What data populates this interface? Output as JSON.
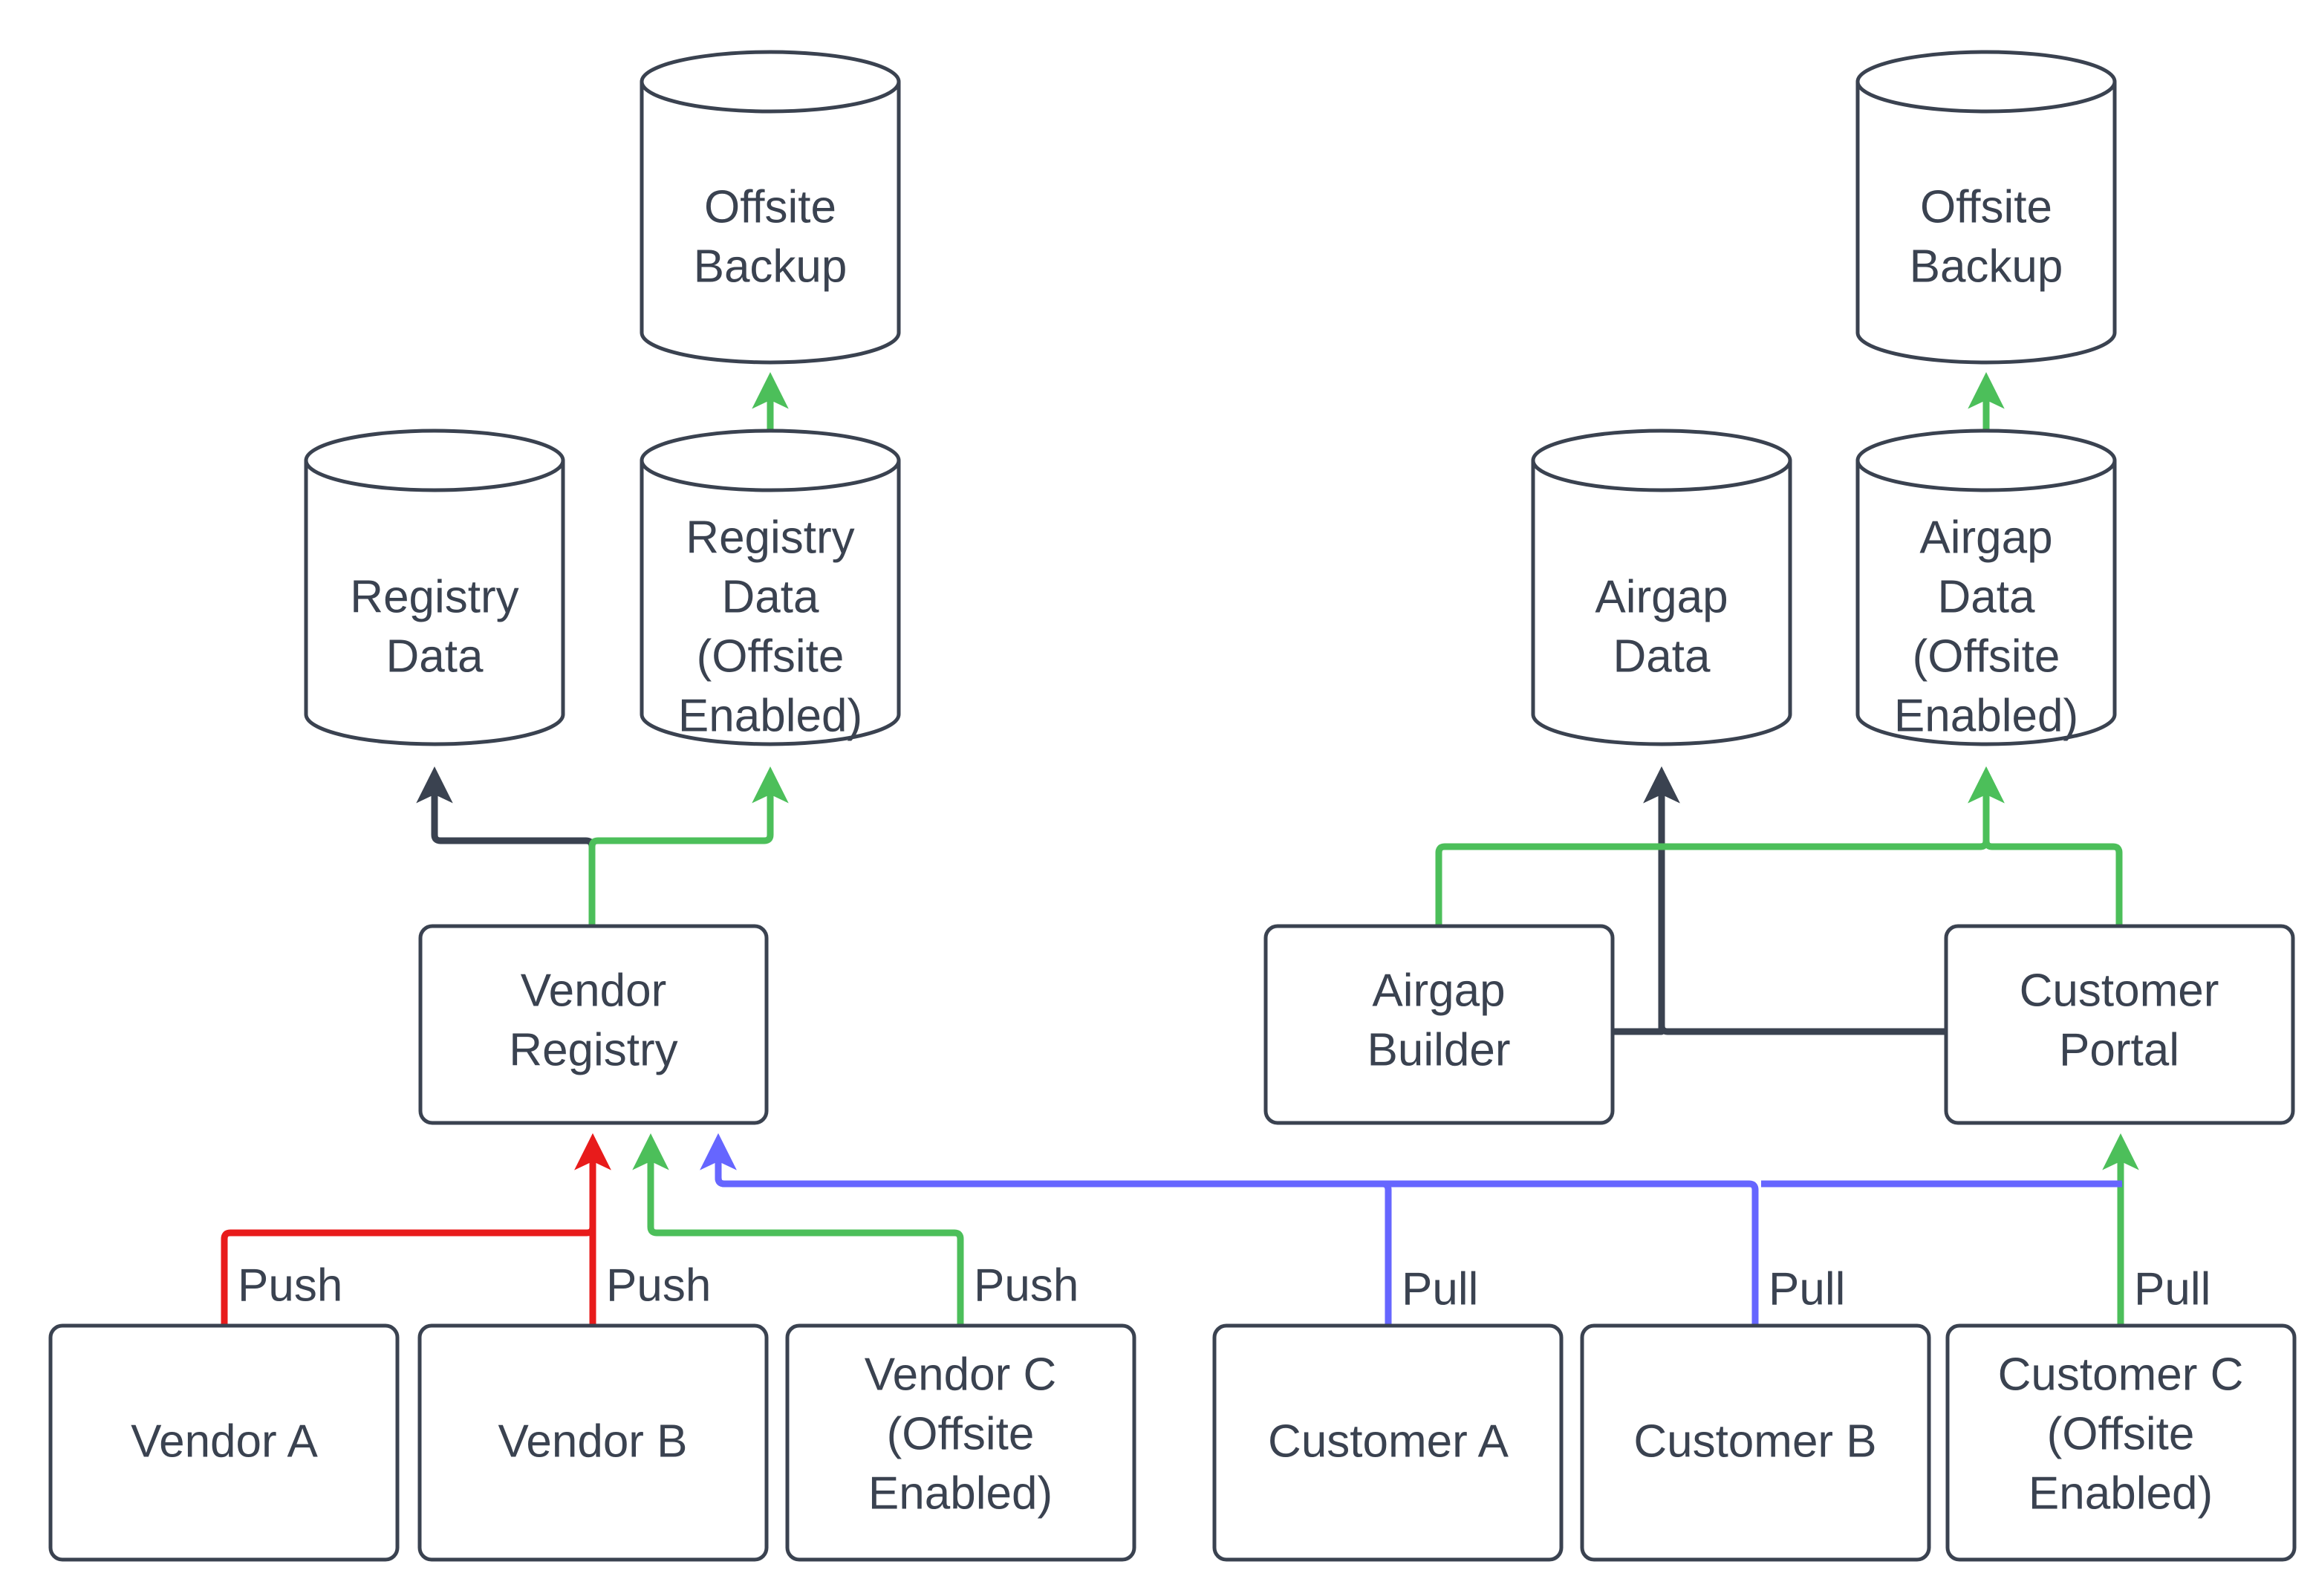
{
  "diagram": {
    "type": "flowchart",
    "title": "Vendor Registry and Customer Portal data flow",
    "background": "#ffffff",
    "colors": {
      "node_stroke": "#3a4250",
      "node_fill": "#ffffff",
      "text": "#3a4250",
      "dark": "#3a4250",
      "green": "#4cbf5a",
      "red": "#e81b1b",
      "blue": "#6666ff"
    },
    "nodes": {
      "offsite_backup_left": {
        "label_line1": "Offsite",
        "label_line2": "Backup",
        "shape": "cylinder"
      },
      "offsite_backup_right": {
        "label_line1": "Offsite",
        "label_line2": "Backup",
        "shape": "cylinder"
      },
      "registry_data": {
        "label_line1": "Registry",
        "label_line2": "Data",
        "shape": "cylinder"
      },
      "registry_data_offsite": {
        "label_line1": "Registry",
        "label_line2": "Data",
        "label_line3": "(Offsite",
        "label_line4": "Enabled)",
        "shape": "cylinder"
      },
      "airgap_data": {
        "label_line1": "Airgap",
        "label_line2": "Data",
        "shape": "cylinder"
      },
      "airgap_data_offsite": {
        "label_line1": "Airgap",
        "label_line2": "Data",
        "label_line3": "(Offsite",
        "label_line4": "Enabled)",
        "shape": "cylinder"
      },
      "vendor_registry": {
        "label_line1": "Vendor",
        "label_line2": "Registry",
        "shape": "rounded-rect"
      },
      "airgap_builder": {
        "label_line1": "Airgap",
        "label_line2": "Builder",
        "shape": "rounded-rect"
      },
      "customer_portal": {
        "label_line1": "Customer",
        "label_line2": "Portal",
        "shape": "rounded-rect"
      },
      "vendor_a": {
        "label_line1": "Vendor A",
        "shape": "rounded-rect"
      },
      "vendor_b": {
        "label_line1": "Vendor B",
        "shape": "rounded-rect"
      },
      "vendor_c": {
        "label_line1": "Vendor C",
        "label_line2": "(Offsite",
        "label_line3": "Enabled)",
        "shape": "rounded-rect"
      },
      "customer_a": {
        "label_line1": "Customer A",
        "shape": "rounded-rect"
      },
      "customer_b": {
        "label_line1": "Customer B",
        "shape": "rounded-rect"
      },
      "customer_c": {
        "label_line1": "Customer C",
        "label_line2": "(Offsite",
        "label_line3": "Enabled)",
        "shape": "rounded-rect"
      }
    },
    "edge_labels": {
      "vendor_a_push": "Push",
      "vendor_b_push": "Push",
      "vendor_c_push": "Push",
      "customer_a_pull": "Pull",
      "customer_b_pull": "Pull",
      "customer_c_pull": "Pull"
    },
    "edges": [
      {
        "from": "registry_data_offsite",
        "to": "offsite_backup_left",
        "color": "green",
        "label": ""
      },
      {
        "from": "airgap_data_offsite",
        "to": "offsite_backup_right",
        "color": "green",
        "label": ""
      },
      {
        "from": "vendor_registry",
        "to": "registry_data",
        "color": "dark",
        "label": ""
      },
      {
        "from": "vendor_registry",
        "to": "registry_data_offsite",
        "color": "green",
        "label": ""
      },
      {
        "from": "customer_portal",
        "to": "airgap_data",
        "color": "dark",
        "label": ""
      },
      {
        "from": "airgap_builder",
        "to": "airgap_data",
        "color": "dark",
        "label": ""
      },
      {
        "from": "airgap_builder",
        "to": "airgap_data_offsite",
        "color": "green",
        "label": ""
      },
      {
        "from": "customer_portal",
        "to": "airgap_data_offsite",
        "color": "green",
        "label": ""
      },
      {
        "from": "vendor_a",
        "to": "vendor_registry",
        "color": "red",
        "label": "Push"
      },
      {
        "from": "vendor_b",
        "to": "vendor_registry",
        "color": "red",
        "label": "Push"
      },
      {
        "from": "vendor_c",
        "to": "vendor_registry",
        "color": "green",
        "label": "Push"
      },
      {
        "from": "customer_a",
        "to": "vendor_registry",
        "color": "blue",
        "label": "Pull"
      },
      {
        "from": "customer_b",
        "to": "vendor_registry",
        "color": "blue",
        "label": "Pull"
      },
      {
        "from": "customer_c",
        "to": "customer_portal",
        "color": "green",
        "label": "Pull"
      }
    ]
  }
}
